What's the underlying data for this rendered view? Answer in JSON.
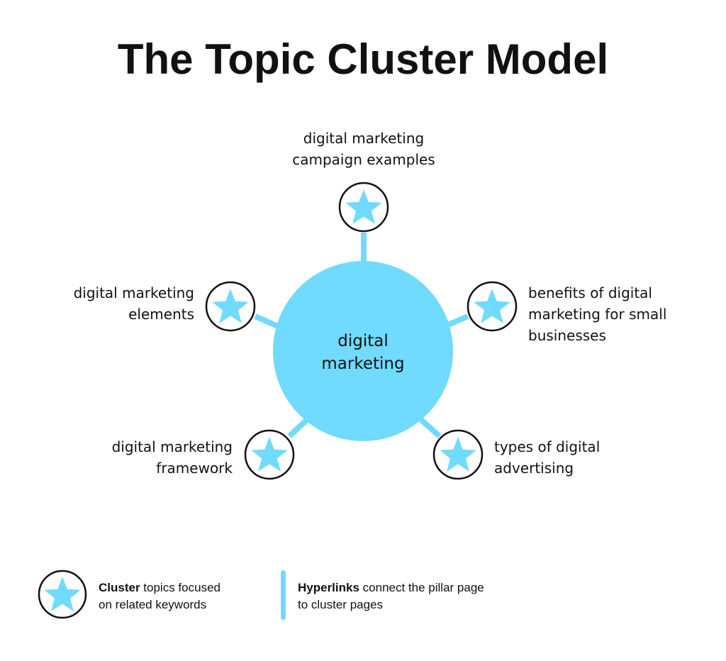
{
  "title": "The Topic Cluster Model",
  "pillar": {
    "lines": [
      "digital",
      "marketing"
    ]
  },
  "clusters": [
    {
      "id": "top",
      "lines": [
        "digital marketing",
        "campaign examples"
      ]
    },
    {
      "id": "left",
      "lines": [
        "digital marketing",
        "elements"
      ]
    },
    {
      "id": "right",
      "lines": [
        "benefits of digital",
        "marketing for small",
        "businesses"
      ]
    },
    {
      "id": "bottom-left",
      "lines": [
        "digital marketing",
        "framework"
      ]
    },
    {
      "id": "bottom-right",
      "lines": [
        "types of digital",
        "advertising"
      ]
    }
  ],
  "legend": {
    "cluster": {
      "bold": "Cluster",
      "rest1": " topics focused",
      "line2": "on related keywords"
    },
    "hyperlinks": {
      "bold": "Hyperlinks",
      "rest1": " connect the pillar page",
      "line2": "to cluster pages"
    }
  },
  "colors": {
    "accent": "#70DAFF",
    "outline": "#111111"
  }
}
